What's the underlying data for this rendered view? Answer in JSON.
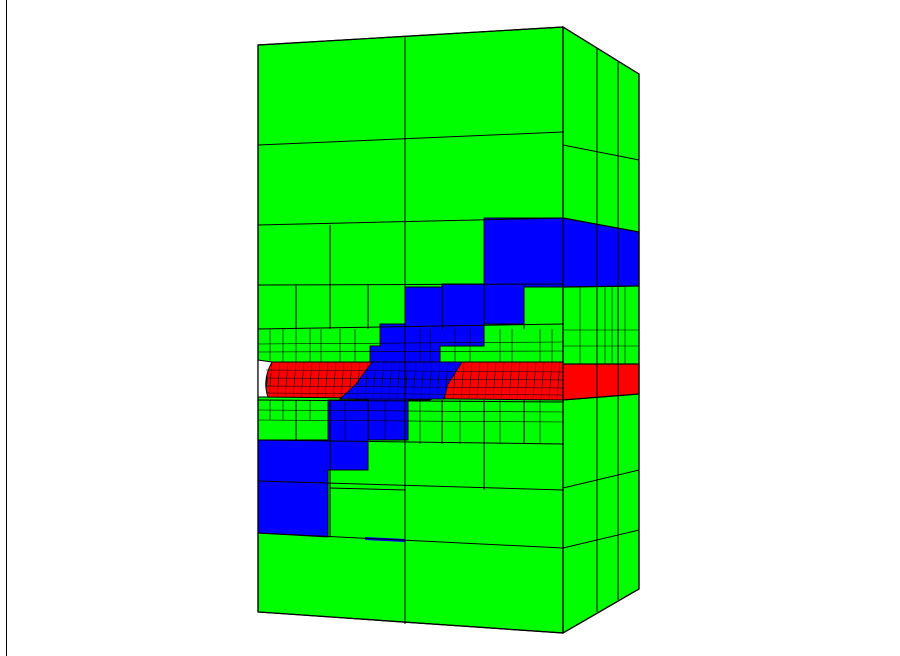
{
  "viewport": {
    "background": "#ffffff"
  },
  "colors": {
    "material_a": "#00ff00",
    "material_b": "#0000ff",
    "material_c": "#ff0000",
    "edge": "#000000"
  },
  "mesh": {
    "kind": "adaptive hexahedral mesh block",
    "materials": [
      "green",
      "blue",
      "red"
    ]
  }
}
